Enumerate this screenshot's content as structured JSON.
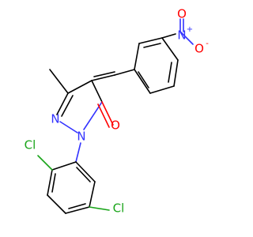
{
  "molecule": {
    "atoms": {
      "nitro_n": {
        "label": "N",
        "charge": "+",
        "color": "#3333ff"
      },
      "nitro_o_single": {
        "label": "O",
        "charge": "-",
        "color": "#ff0000"
      },
      "nitro_o_double": {
        "label": "O",
        "color": "#ff0000"
      },
      "ring_n": {
        "label": "N",
        "color": "#3333ff"
      },
      "ring_n_substituted": {
        "label": "N",
        "color": "#3333ff"
      },
      "carbonyl_o": {
        "label": "O",
        "color": "#ff0000"
      },
      "cl_ortho": {
        "label": "Cl",
        "color": "#1aa51a"
      },
      "cl_meta": {
        "label": "Cl",
        "color": "#1aa51a"
      }
    }
  }
}
